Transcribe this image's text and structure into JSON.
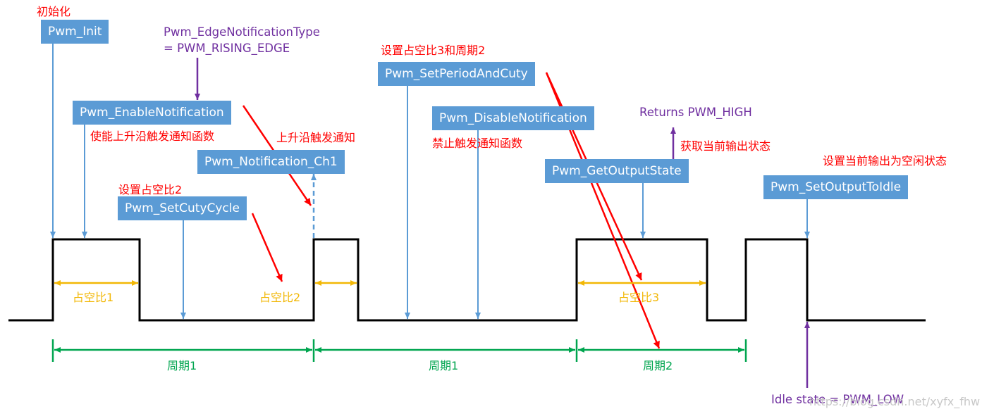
{
  "calls": [
    {
      "id": "init",
      "label": "Pwm_Init"
    },
    {
      "id": "enable",
      "label": "Pwm_EnableNotification"
    },
    {
      "id": "notif",
      "label": "Pwm_Notification_Ch1"
    },
    {
      "id": "setduty",
      "label": "Pwm_SetCutyCycle"
    },
    {
      "id": "setperiod",
      "label": "Pwm_SetPeriodAndCuty"
    },
    {
      "id": "disable",
      "label": "Pwm_DisableNotification"
    },
    {
      "id": "getstate",
      "label": "Pwm_GetOutputState"
    },
    {
      "id": "idle",
      "label": "Pwm_SetOutputToIdle"
    }
  ],
  "notes": {
    "init": "初始化",
    "enable": "使能上升沿触发通知函数",
    "rising": "上升沿触发通知",
    "setduty": "设置占空比2",
    "setperiod": "设置占空比3和周期2",
    "disable": "禁止触发通知函数",
    "getstate": "获取当前输出状态",
    "idle": "设置当前输出为空闲状态"
  },
  "purple": {
    "edge_type_line1": "Pwm_EdgeNotificationType",
    "edge_type_line2": "= PWM_RISING_EDGE",
    "returns": "Returns PWM_HIGH",
    "idle_state": "Idle state = PWM_LOW"
  },
  "duty": [
    "占空比1",
    "占空比2",
    "占空比3"
  ],
  "periods": [
    "周期1",
    "周期1",
    "周期2"
  ],
  "watermark": "https://blog.csdn.net/xyfx_fhw",
  "colors": {
    "box": "#5b9bd5",
    "note": "#ff0000",
    "param": "#7030a0",
    "duty": "#f2b705",
    "period": "#00a54f",
    "signal": "#000000"
  }
}
